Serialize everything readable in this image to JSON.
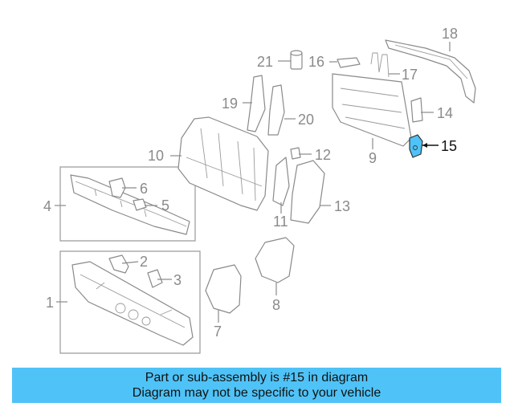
{
  "callouts": [
    {
      "id": "1",
      "label": "1"
    },
    {
      "id": "2",
      "label": "2"
    },
    {
      "id": "3",
      "label": "3"
    },
    {
      "id": "4",
      "label": "4"
    },
    {
      "id": "5",
      "label": "5"
    },
    {
      "id": "6",
      "label": "6"
    },
    {
      "id": "7",
      "label": "7"
    },
    {
      "id": "8",
      "label": "8"
    },
    {
      "id": "9",
      "label": "9"
    },
    {
      "id": "10",
      "label": "10"
    },
    {
      "id": "11",
      "label": "11"
    },
    {
      "id": "12",
      "label": "12"
    },
    {
      "id": "13",
      "label": "13"
    },
    {
      "id": "14",
      "label": "14"
    },
    {
      "id": "15",
      "label": "15"
    },
    {
      "id": "16",
      "label": "16"
    },
    {
      "id": "17",
      "label": "17"
    },
    {
      "id": "18",
      "label": "18"
    },
    {
      "id": "19",
      "label": "19"
    },
    {
      "id": "20",
      "label": "20"
    },
    {
      "id": "21",
      "label": "21"
    }
  ],
  "highlight_part": "15",
  "colors": {
    "highlight_fill": "#4fc3f7",
    "banner_bg": "#4fc3f7",
    "line": "#8a8a8a"
  },
  "banner": {
    "line1": "Part or sub-assembly is #15 in diagram",
    "line2": "Diagram may not be specific to your vehicle"
  }
}
